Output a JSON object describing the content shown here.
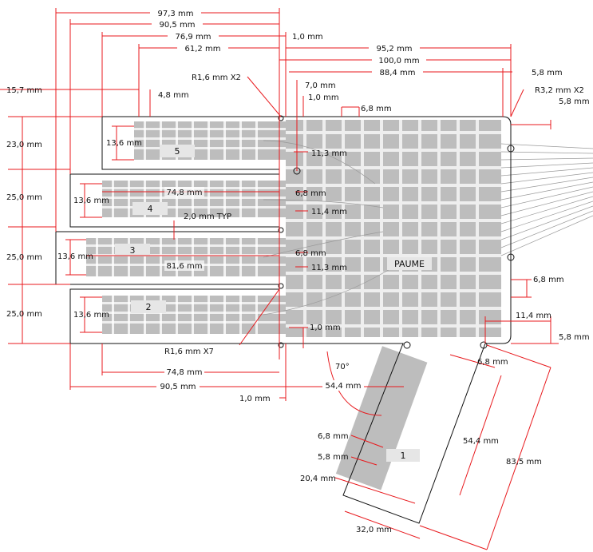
{
  "finger_labels": [
    "5",
    "4",
    "3",
    "2"
  ],
  "palm": {
    "palm_label": "PAUME",
    "thumb_label": "1"
  },
  "dims": {
    "d_97_3": "97,3 mm",
    "d_90_5_top": "90,5 mm",
    "d_76_9": "76,9 mm",
    "d_61_2": "61,2 mm",
    "d_1_0_top": "1,0 mm",
    "d_95_2": "95,2 mm",
    "d_100_0": "100,0 mm",
    "d_88_4": "88,4 mm",
    "d_5_8_tr": "5,8 mm",
    "d_15_7": "15,7 mm",
    "d_r16x2": "R1,6 mm X2",
    "d_r32x2": "R3,2 mm X2",
    "d_4_8": "4,8 mm",
    "d_7_0": "7,0 mm",
    "d_1_0_b": "1,0 mm",
    "d_6_8_top": "6,8 mm",
    "d_5_8_r2": "5,8 mm",
    "d_23_0": "23,0 mm",
    "d_13_6_a": "13,6 mm",
    "d_11_3_a": "11,3 mm",
    "d_25_0_a": "25,0 mm",
    "d_13_6_b": "13,6 mm",
    "d_74_8_a": "74,8 mm",
    "d_6_8_a": "6,8 mm",
    "d_11_4_a": "11,4 mm",
    "d_2_0_typ": "2,0 mm TYP",
    "d_25_0_b": "25,0 mm",
    "d_13_6_c": "13,6 mm",
    "d_81_6": "81,6 mm",
    "d_6_8_b": "6,8 mm",
    "d_11_3_b": "11,3 mm",
    "d_6_8_r": "6,8 mm",
    "d_25_0_c": "25,0 mm",
    "d_13_6_d": "13,6 mm",
    "d_11_4_r": "11,4 mm",
    "d_1_0_c": "1,0 mm",
    "d_5_8_r3": "5,8 mm",
    "d_r16x7": "R1,6 mm  X7",
    "d_74_8_b": "74,8 mm",
    "d_90_5_b": "90,5 mm",
    "d_1_0_bot": "1,0 mm",
    "d_70": "70°",
    "d_54_4_a": "54,4 mm",
    "d_6_8_t": "6,8 mm",
    "d_6_8_l": "6,8 mm",
    "d_54_4_b": "54,4 mm",
    "d_5_8_l": "5,8 mm",
    "d_83_5": "83,5 mm",
    "d_20_4": "20,4 mm",
    "d_32_0": "32,0 mm"
  },
  "colors": {
    "dimension": "#e8191d",
    "outline": "#111111",
    "grid": "#bdbdbd"
  }
}
